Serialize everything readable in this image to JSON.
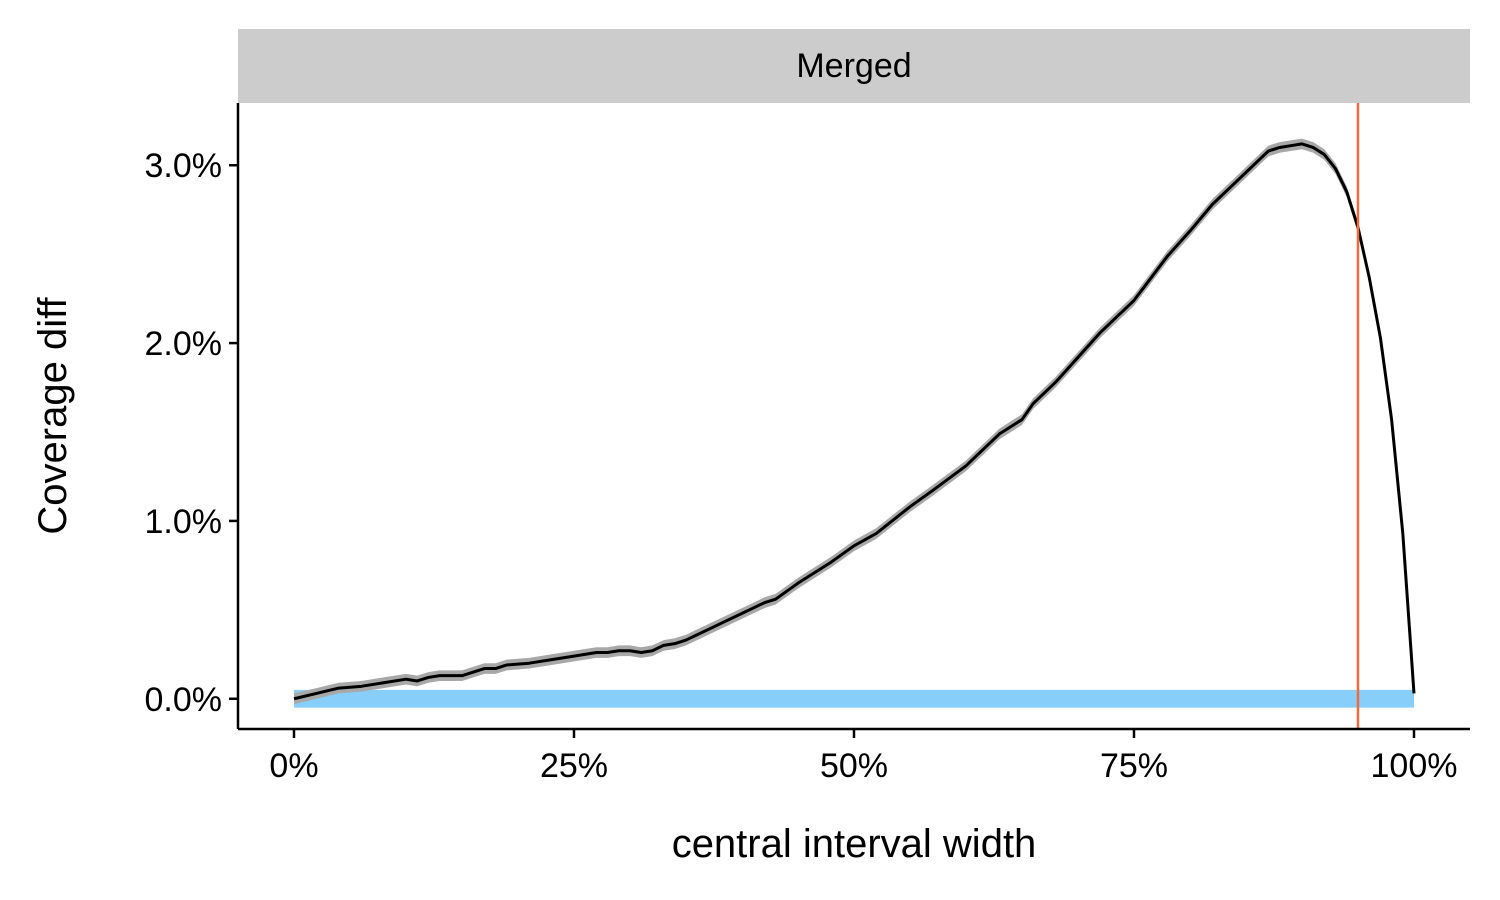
{
  "chart_data": {
    "type": "line",
    "panel_label": "Merged",
    "xlabel": "central interval width",
    "ylabel": "Coverage diff",
    "xlim": [
      -0.05,
      1.05
    ],
    "ylim": [
      -0.0017,
      0.0335
    ],
    "x_ticks": [
      0,
      0.25,
      0.5,
      0.75,
      1.0
    ],
    "x_tick_labels": [
      "0%",
      "25%",
      "50%",
      "75%",
      "100%"
    ],
    "y_ticks": [
      0,
      0.01,
      0.02,
      0.03
    ],
    "y_tick_labels": [
      "0.0%",
      "1.0%",
      "2.0%",
      "3.0%"
    ],
    "grid": false,
    "reference_band": {
      "x_start": 0,
      "x_end": 1.0,
      "y_min": -0.0005,
      "y_max": 0.0005,
      "color": "#87CEFA"
    },
    "vertical_line": {
      "x": 0.95,
      "color": "#F26B3A"
    },
    "series": [
      {
        "line_color": "#000000",
        "ribbon_color": "#A8A8A8",
        "ribbon_half_width": 0.0003,
        "x": [
          0,
          0.02,
          0.04,
          0.06,
          0.08,
          0.1,
          0.11,
          0.12,
          0.13,
          0.14,
          0.15,
          0.17,
          0.18,
          0.19,
          0.21,
          0.23,
          0.25,
          0.27,
          0.28,
          0.29,
          0.3,
          0.31,
          0.32,
          0.33,
          0.34,
          0.35,
          0.36,
          0.38,
          0.4,
          0.42,
          0.43,
          0.45,
          0.48,
          0.5,
          0.52,
          0.55,
          0.57,
          0.6,
          0.62,
          0.63,
          0.65,
          0.66,
          0.68,
          0.7,
          0.72,
          0.75,
          0.78,
          0.8,
          0.82,
          0.84,
          0.85,
          0.86,
          0.87,
          0.88,
          0.89,
          0.9,
          0.91,
          0.92,
          0.93,
          0.94,
          0.95,
          0.96,
          0.97,
          0.98,
          0.99,
          1.0
        ],
        "y": [
          0,
          0.0003,
          0.0006,
          0.0007,
          0.0009,
          0.0011,
          0.001,
          0.0012,
          0.0013,
          0.0013,
          0.0013,
          0.0017,
          0.0017,
          0.0019,
          0.002,
          0.0022,
          0.0024,
          0.0026,
          0.0026,
          0.0027,
          0.0027,
          0.0026,
          0.0027,
          0.003,
          0.0031,
          0.0033,
          0.0036,
          0.0042,
          0.0048,
          0.0054,
          0.0056,
          0.0065,
          0.0077,
          0.0086,
          0.0093,
          0.0108,
          0.0117,
          0.0131,
          0.0143,
          0.0149,
          0.0157,
          0.0166,
          0.0178,
          0.0192,
          0.0206,
          0.0224,
          0.0249,
          0.0263,
          0.0278,
          0.029,
          0.0296,
          0.0302,
          0.0308,
          0.031,
          0.0311,
          0.0312,
          0.031,
          0.0306,
          0.0298,
          0.0285,
          0.0265,
          0.0237,
          0.0203,
          0.0157,
          0.0093,
          0.0003
        ]
      }
    ]
  }
}
